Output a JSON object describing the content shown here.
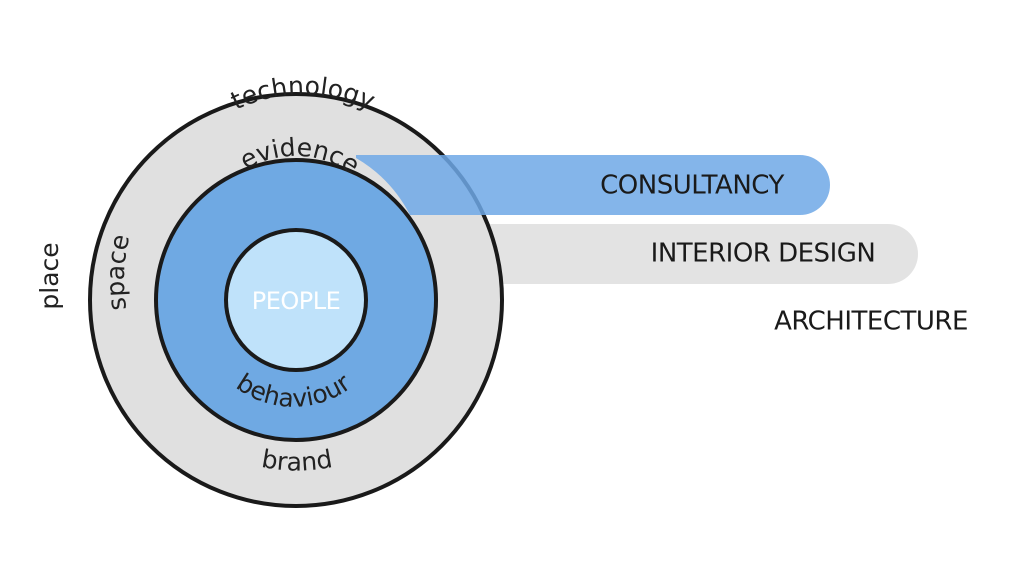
{
  "diagram": {
    "center": "PEOPLE",
    "inner_ring": {
      "top": "evidence",
      "bottom": "behaviour"
    },
    "middle_ring": {
      "top": "technology",
      "left": "space",
      "bottom": "brand"
    },
    "outer": {
      "left": "place"
    },
    "bars": {
      "consultancy": "CONSULTANCY",
      "interior_design": "INTERIOR DESIGN",
      "architecture": "ARCHITECTURE"
    }
  },
  "colors": {
    "outer_ring": "#e0e0e0",
    "inner_ring": "#6fa9e3",
    "core": "#bfe2fa",
    "stroke": "#1a1a1a",
    "consultancy_bar": "#6ea8e6",
    "interior_bar": "#e3e3e3"
  }
}
